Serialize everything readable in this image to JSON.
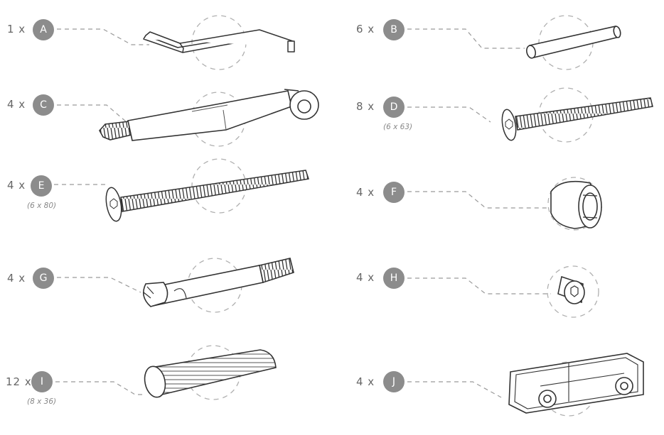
{
  "parts": [
    {
      "qty": "1 x",
      "letter": "A",
      "spec": ""
    },
    {
      "qty": "6 x",
      "letter": "B",
      "spec": ""
    },
    {
      "qty": "4 x",
      "letter": "C",
      "spec": ""
    },
    {
      "qty": "8 x",
      "letter": "D",
      "spec": "(6 x 63)"
    },
    {
      "qty": "4 x",
      "letter": "E",
      "spec": "(6 x 80)"
    },
    {
      "qty": "4 x",
      "letter": "F",
      "spec": ""
    },
    {
      "qty": "4 x",
      "letter": "G",
      "spec": ""
    },
    {
      "qty": "4 x",
      "letter": "H",
      "spec": ""
    },
    {
      "qty": "12 x",
      "letter": "I",
      "spec": "(8 x 36)"
    },
    {
      "qty": "4 x",
      "letter": "J",
      "spec": ""
    }
  ],
  "colors": {
    "badge": "#8c8c8c",
    "qty_text": "#666666",
    "line": "#333333",
    "leader": "#999999"
  }
}
